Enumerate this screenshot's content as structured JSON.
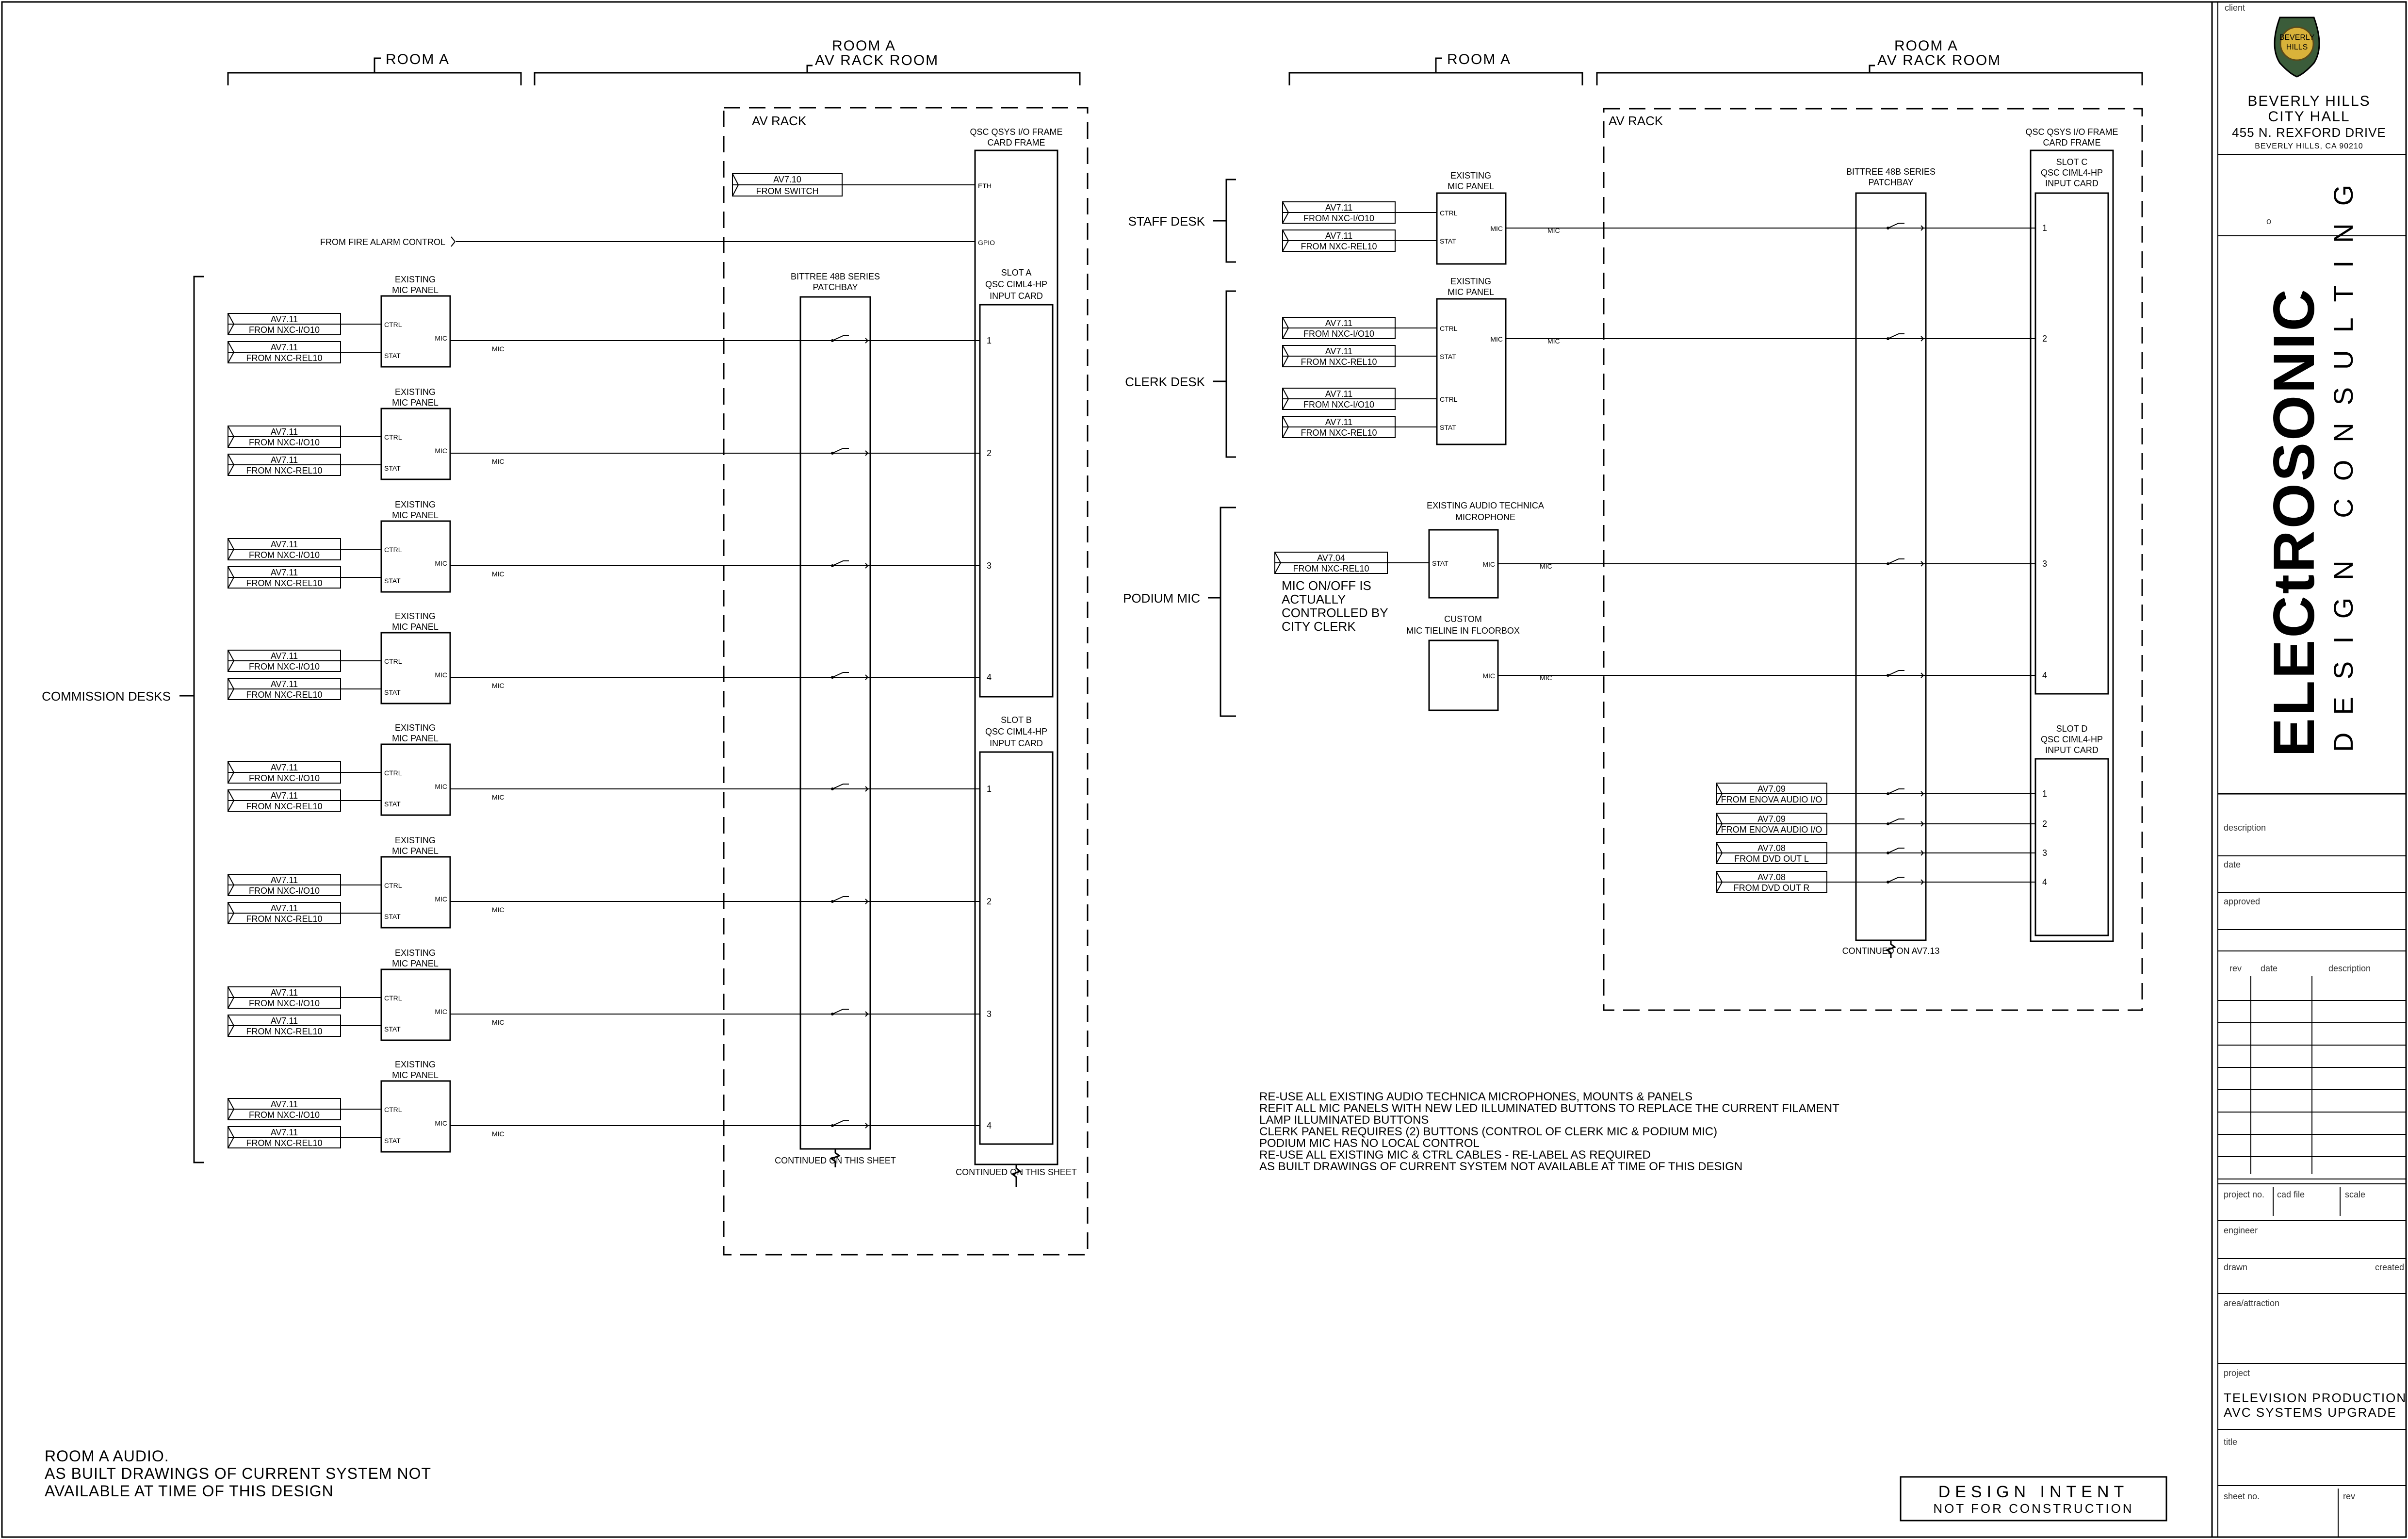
{
  "headers": {
    "room_a_left": "ROOM A",
    "av_rack_room_left_1": "ROOM A",
    "av_rack_room_left_2": "AV RACK ROOM",
    "room_a_right": "ROOM A",
    "av_rack_room_right_1": "ROOM A",
    "av_rack_room_right_2": "AV RACK ROOM"
  },
  "left": {
    "av_rack": "AV RACK",
    "frame_title_1": "QSC QSYS I/O FRAME",
    "frame_title_2": "CARD FRAME",
    "eth_cable": "AV7.10",
    "eth_from": "FROM SWITCH",
    "eth_port": "ETH",
    "fire_alarm": "FROM FIRE ALARM CONTROL",
    "gpio_port": "GPIO",
    "group_label": "COMMISSION DESKS",
    "patchbay_1": "BITTREE 48B SERIES",
    "patchbay_2": "PATCHBAY",
    "patch_continued": "CONTINUED ON THIS SHEET",
    "slot_a": [
      "SLOT A",
      "QSC CIML4-HP",
      "INPUT CARD"
    ],
    "slot_b": [
      "SLOT B",
      "QSC CIML4-HP",
      "INPUT CARD"
    ],
    "frame_continued": "CONTINUED ON THIS SHEET",
    "panel_title_1": "EXISTING",
    "panel_title_2": "MIC PANEL",
    "ctrl": "CTRL",
    "stat": "STAT",
    "mic": "MIC",
    "cable": "AV7.11",
    "from_io": "FROM NXC-I/O10",
    "from_rel": "FROM NXC-REL10",
    "ports": [
      "1",
      "2",
      "3",
      "4",
      "1",
      "2",
      "3",
      "4"
    ]
  },
  "right": {
    "av_rack": "AV RACK",
    "frame_title_1": "QSC QSYS I/O FRAME",
    "frame_title_2": "CARD FRAME",
    "patchbay_1": "BITTREE 48B SERIES",
    "patchbay_2": "PATCHBAY",
    "patch_continued": "CONTINUED ON AV7.13",
    "slot_c": [
      "SLOT C",
      "QSC CIML4-HP",
      "INPUT CARD"
    ],
    "slot_d": [
      "SLOT D",
      "QSC CIML4-HP",
      "INPUT CARD"
    ],
    "staff_desk": "STAFF DESK",
    "clerk_desk": "CLERK DESK",
    "podium_mic": "PODIUM MIC",
    "existing_panel_1": "EXISTING",
    "existing_panel_2": "MIC PANEL",
    "audio_technica_1": "EXISTING AUDIO TECHNICA",
    "audio_technica_2": "MICROPHONE",
    "custom_1": "CUSTOM",
    "custom_2": "MIC TIELINE IN FLOORBOX",
    "podium_cable": "AV7.04",
    "podium_from": "FROM NXC-REL10",
    "podium_note": [
      "MIC ON/OFF IS",
      "ACTUALLY",
      "CONTROLLED BY",
      "CITY CLERK"
    ],
    "cable": "AV7.11",
    "from_io": "FROM NXC-I/O10",
    "from_rel": "FROM NXC-REL10",
    "ctrl": "CTRL",
    "stat": "STAT",
    "mic": "MIC",
    "enova_cable": "AV7.09",
    "enova_from": "FROM ENOVA AUDIO I/O",
    "dvd_cable": "AV7.08",
    "dvd_l": "FROM DVD OUT L",
    "dvd_r": "FROM DVD OUT R",
    "ports": [
      "1",
      "2",
      "3",
      "4",
      "1",
      "2",
      "3",
      "4"
    ]
  },
  "notes": [
    "RE-USE ALL EXISTING AUDIO TECHNICA MICROPHONES, MOUNTS & PANELS",
    "REFIT ALL MIC PANELS WITH NEW LED ILLUMINATED BUTTONS TO REPLACE THE CURRENT FILAMENT",
    "LAMP ILLUMINATED BUTTONS",
    "CLERK PANEL REQUIRES (2) BUTTONS (CONTROL OF CLERK MIC & PODIUM MIC)",
    "PODIUM MIC HAS NO LOCAL CONTROL",
    "RE-USE ALL EXISTING MIC & CTRL CABLES - RE-LABEL AS REQUIRED",
    "AS BUILT DRAWINGS OF CURRENT SYSTEM NOT AVAILABLE AT TIME OF THIS DESIGN"
  ],
  "bottom_note": [
    "ROOM A AUDIO.",
    "AS BUILT DRAWINGS OF CURRENT SYSTEM NOT",
    "AVAILABLE AT TIME OF THIS DESIGN"
  ],
  "stamp": {
    "line1": "DESIGN INTENT",
    "line2": "NOT FOR CONSTRUCTION"
  },
  "title_block": {
    "client_label": "client",
    "seal_text_1": "BEVERLY",
    "seal_text_2": "HILLS",
    "client_name_1": "BEVERLY HILLS",
    "client_name_2": "CITY HALL",
    "address": "455 N. REXFORD DRIVE",
    "city": "BEVERLY HILLS, CA 90210",
    "mark": "o",
    "logo_main": "ELECtROSONIC",
    "logo_sub": "DESIGN CONSULTING",
    "description_label": "description",
    "date_label": "date",
    "approved_label": "approved",
    "rev_label": "rev",
    "rev_date_label": "date",
    "rev_desc_label": "description",
    "project_no_label": "project no.",
    "cad_file_label": "cad file",
    "scale_label": "scale",
    "engineer_label": "engineer",
    "drawn_label": "drawn",
    "created_label": "created",
    "area_label": "area/attraction",
    "project_label": "project",
    "project_1": "TELEVISION PRODUCTION",
    "project_2": "AVC SYSTEMS UPGRADE",
    "title_label": "title",
    "sheet_no_label": "sheet no.",
    "sheet_rev_label": "rev"
  }
}
